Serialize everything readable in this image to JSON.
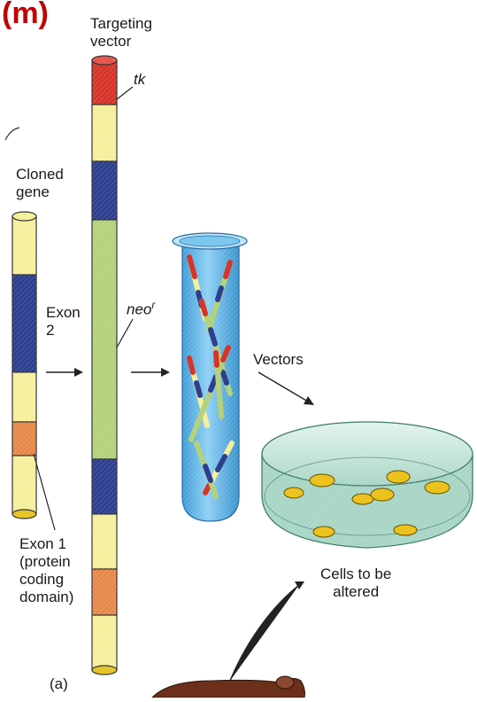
{
  "panel_letter": "(m)",
  "labels": {
    "targeting_vector": "Targeting\nvector",
    "tk": "tk",
    "neo_base": "neo",
    "neo_sup": "r",
    "cloned_gene": "Cloned\ngene",
    "exon2": "Exon\n2",
    "vectors": "Vectors",
    "exon1": "Exon 1\n(protein\ncoding\ndomain)",
    "cells": "Cells to be\naltered",
    "sub_a": "(a)"
  },
  "colors": {
    "yellow_segment": "#f6ef9c",
    "blue_segment": "#2d3f8f",
    "green_segment": "#b4d27a",
    "red_segment": "#d7342a",
    "orange_segment": "#e7894a",
    "tube_blue": "#5ab4e6",
    "dish_green": "#c6e6dc",
    "cell_yellow": "#ecc21e",
    "panel_letter": "#c00000"
  }
}
